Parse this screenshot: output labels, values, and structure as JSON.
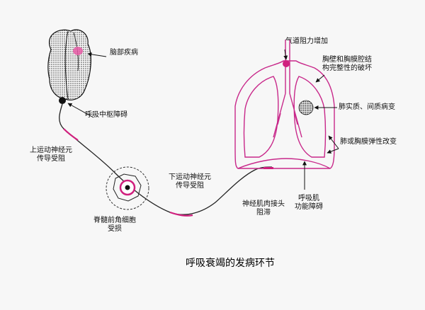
{
  "diagram": {
    "caption": "呼吸衰竭的发病环节",
    "labels": {
      "brain_disease": "脑部疾病",
      "resp_center": "呼吸中枢障碍",
      "upper_motor_1": "上运动神经元",
      "upper_motor_2": "传导受阻",
      "spinal_1": "脊髓前角细胞",
      "spinal_2": "受损",
      "lower_motor_1": "下运动神经元",
      "lower_motor_2": "传导受阻",
      "nmj_1": "神经肌肉接头",
      "nmj_2": "阻滞",
      "resp_muscle_1": "呼吸肌",
      "resp_muscle_2": "功能障碍",
      "airway": "气道阻力增加",
      "chest_1": "胸壁和胸膜腔结",
      "chest_2": "构完整性的破坏",
      "lung_paren": "肺实质、间质病变",
      "lung_elastic": "肺或胸膜弹性改变"
    },
    "colors": {
      "lung_outline": "#c8288a",
      "nerve_line": "#222222",
      "accent": "#d0207e"
    }
  }
}
